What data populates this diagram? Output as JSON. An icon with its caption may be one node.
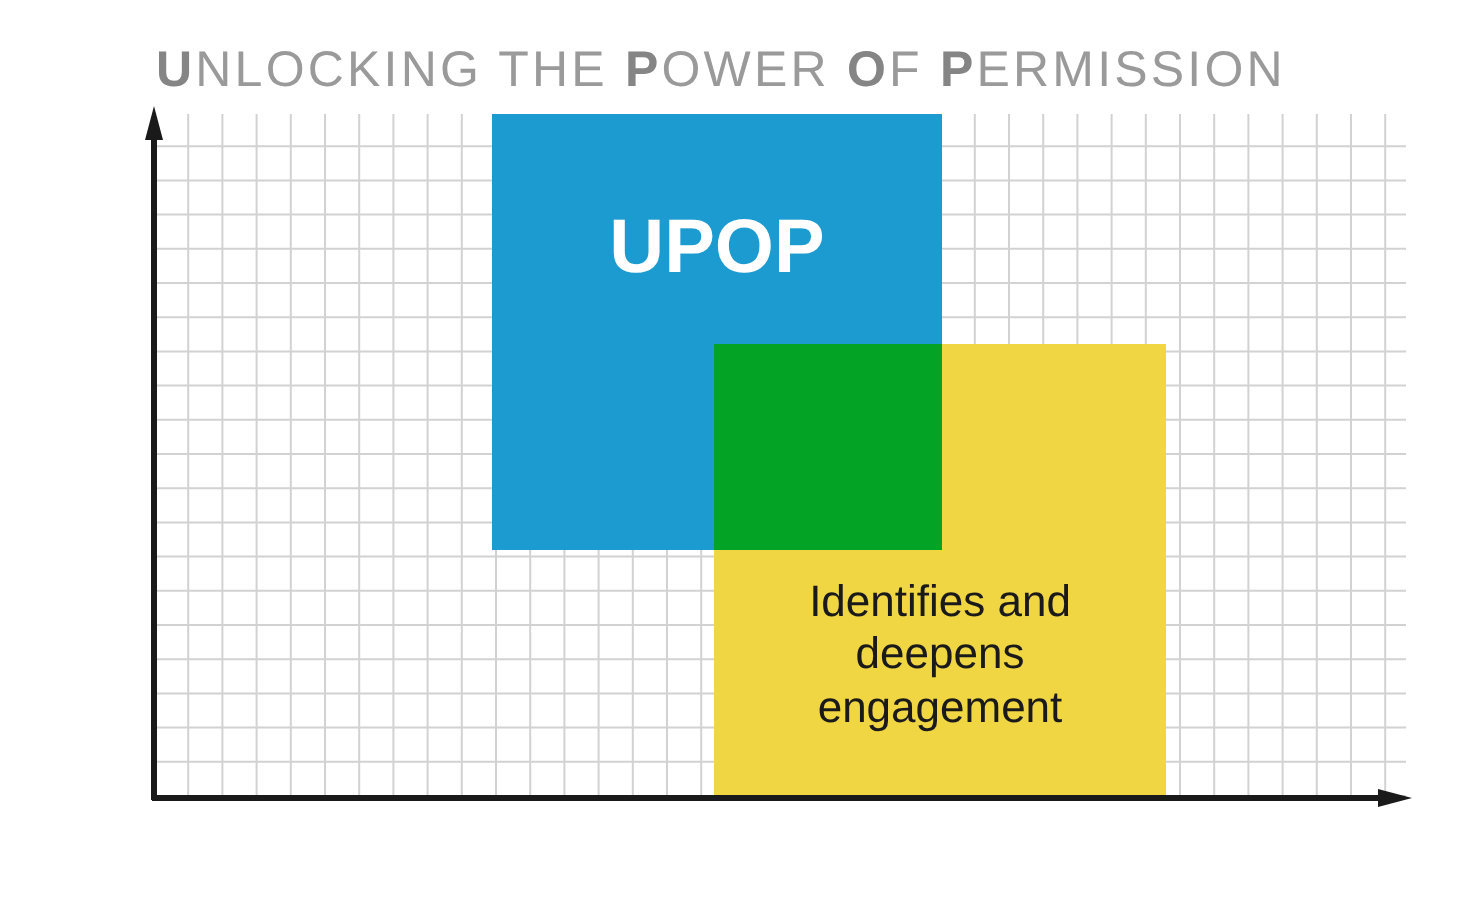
{
  "diagram": {
    "title": "**U**NLOCKING THE **P**OWER **O**F **P**ERMISSION",
    "nodes": [
      {
        "text": [
          "UPOP"
        ]
      },
      {
        "text": [
          "Identifies and deepens engagement"
        ]
      }
    ]
  }
}
